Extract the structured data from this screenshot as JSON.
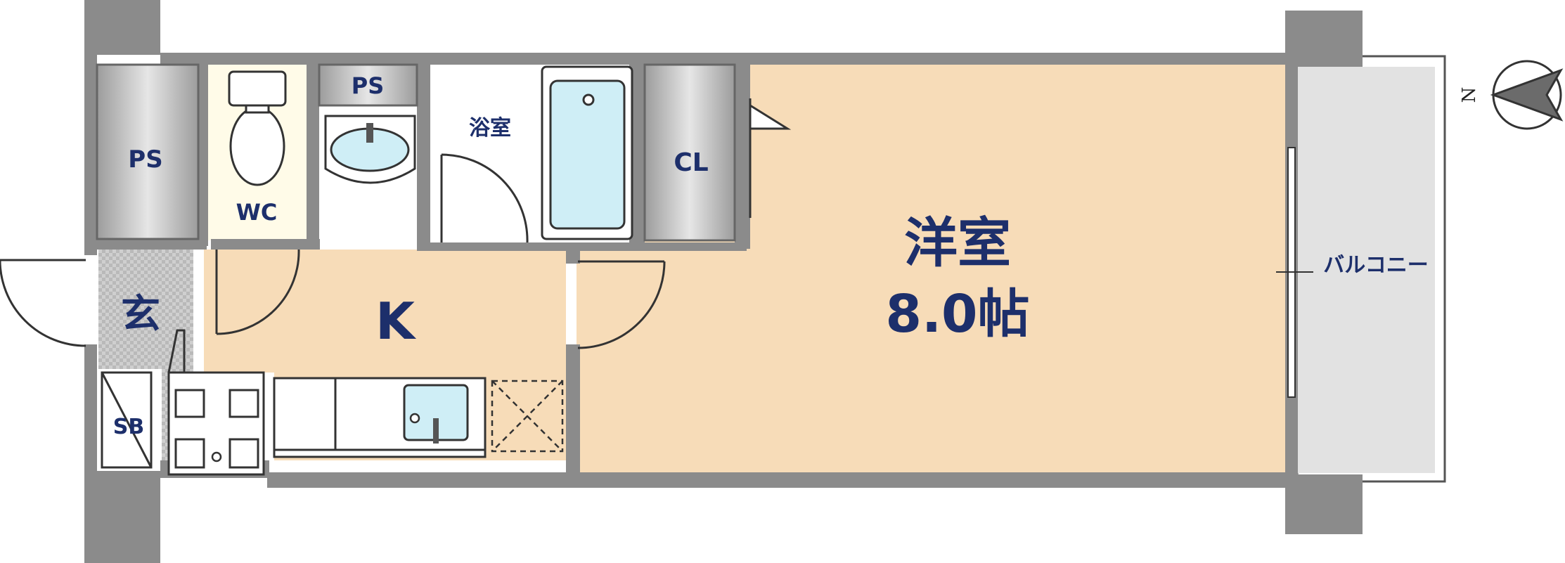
{
  "rooms": {
    "western_room_name": "洋室",
    "western_room_size": "8.0帖",
    "kitchen": "K",
    "bathroom": "浴室",
    "toilet": "WC",
    "closet": "CL",
    "pipe_space_left": "PS",
    "pipe_space_top": "PS",
    "entrance": "玄",
    "shoe_box": "SB",
    "balcony": "バルコニー"
  },
  "compass": {
    "north_label": "N"
  },
  "colors": {
    "room_fill": "#f7dcb8",
    "wall": "#8b8b8b",
    "label": "#1d2f6b",
    "fixture": "#cfeef6",
    "storage": "#a8a8a8",
    "balcony": "#e2e2e2",
    "entrance_tile": "#c4c4c4"
  }
}
